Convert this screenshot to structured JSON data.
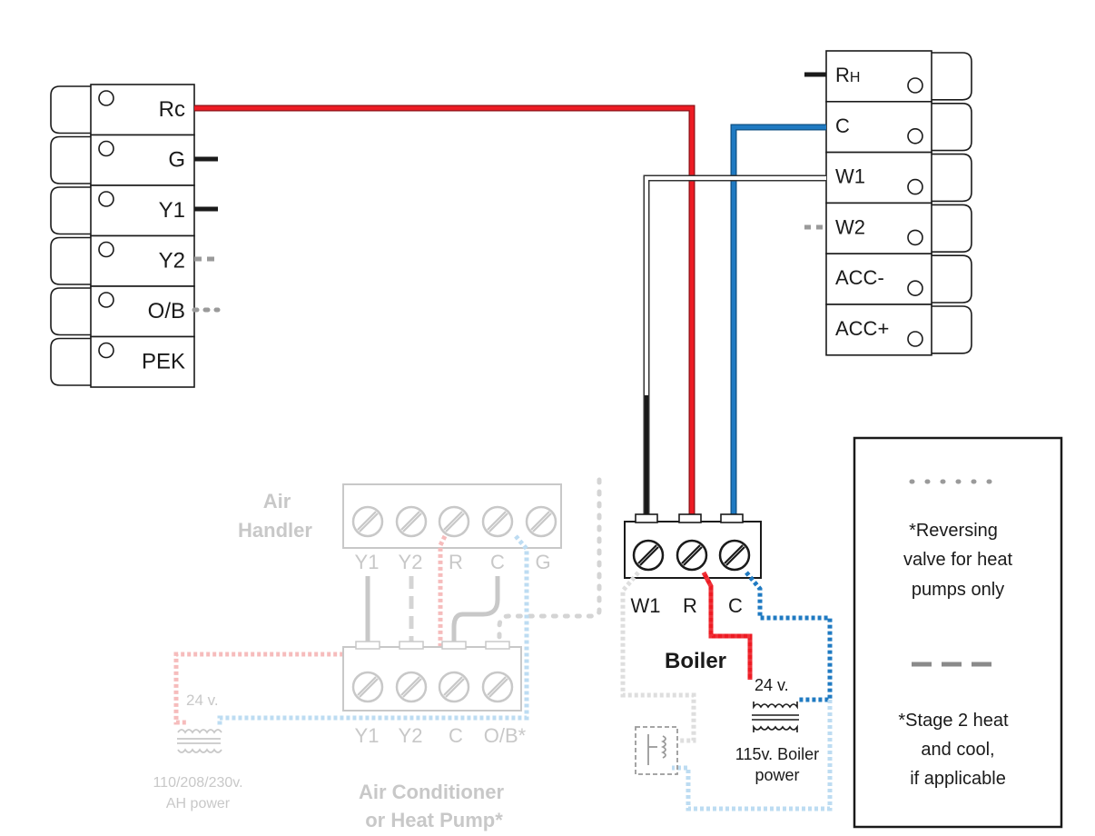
{
  "thermostat_left": {
    "terminals": [
      "Rc",
      "G",
      "Y1",
      "Y2",
      "O/B",
      "PEK"
    ]
  },
  "thermostat_right": {
    "terminals": [
      {
        "main": "R",
        "sub": "H"
      },
      {
        "main": "C",
        "sub": ""
      },
      {
        "main": "W1",
        "sub": ""
      },
      {
        "main": "W2",
        "sub": ""
      },
      {
        "main": "ACC-",
        "sub": ""
      },
      {
        "main": "ACC+",
        "sub": ""
      }
    ]
  },
  "air_handler": {
    "title_line1": "Air",
    "title_line2": "Handler",
    "terminals": [
      "Y1",
      "Y2",
      "R",
      "C",
      "G"
    ]
  },
  "air_conditioner": {
    "title_line1": "Air Conditioner",
    "title_line2": "or Heat Pump*",
    "terminals": [
      "Y1",
      "Y2",
      "C",
      "O/B*"
    ]
  },
  "boiler": {
    "title": "Boiler",
    "terminals": [
      "W1",
      "R",
      "C"
    ]
  },
  "transformers": {
    "ah_voltage": "24 v.",
    "ah_power_line1": "110/208/230v.",
    "ah_power_line2": "AH power",
    "boiler_voltage": "24 v.",
    "boiler_power_line1": "115v. Boiler",
    "boiler_power_line2": "power"
  },
  "legend": {
    "dotted_note_line1": "*Reversing",
    "dotted_note_line2": "valve for heat",
    "dotted_note_line3": "pumps only",
    "dashed_note_line1": "*Stage 2 heat",
    "dashed_note_line2": "and cool,",
    "dashed_note_line3": "if applicable"
  },
  "colors": {
    "red_wire": "#ed1c24",
    "blue_wire": "#1f7ac2",
    "black": "#1a1a1a",
    "faded_gray": "#c8c8c8",
    "faded_red": "#f6bcbc",
    "faded_blue": "#bddcf2"
  }
}
